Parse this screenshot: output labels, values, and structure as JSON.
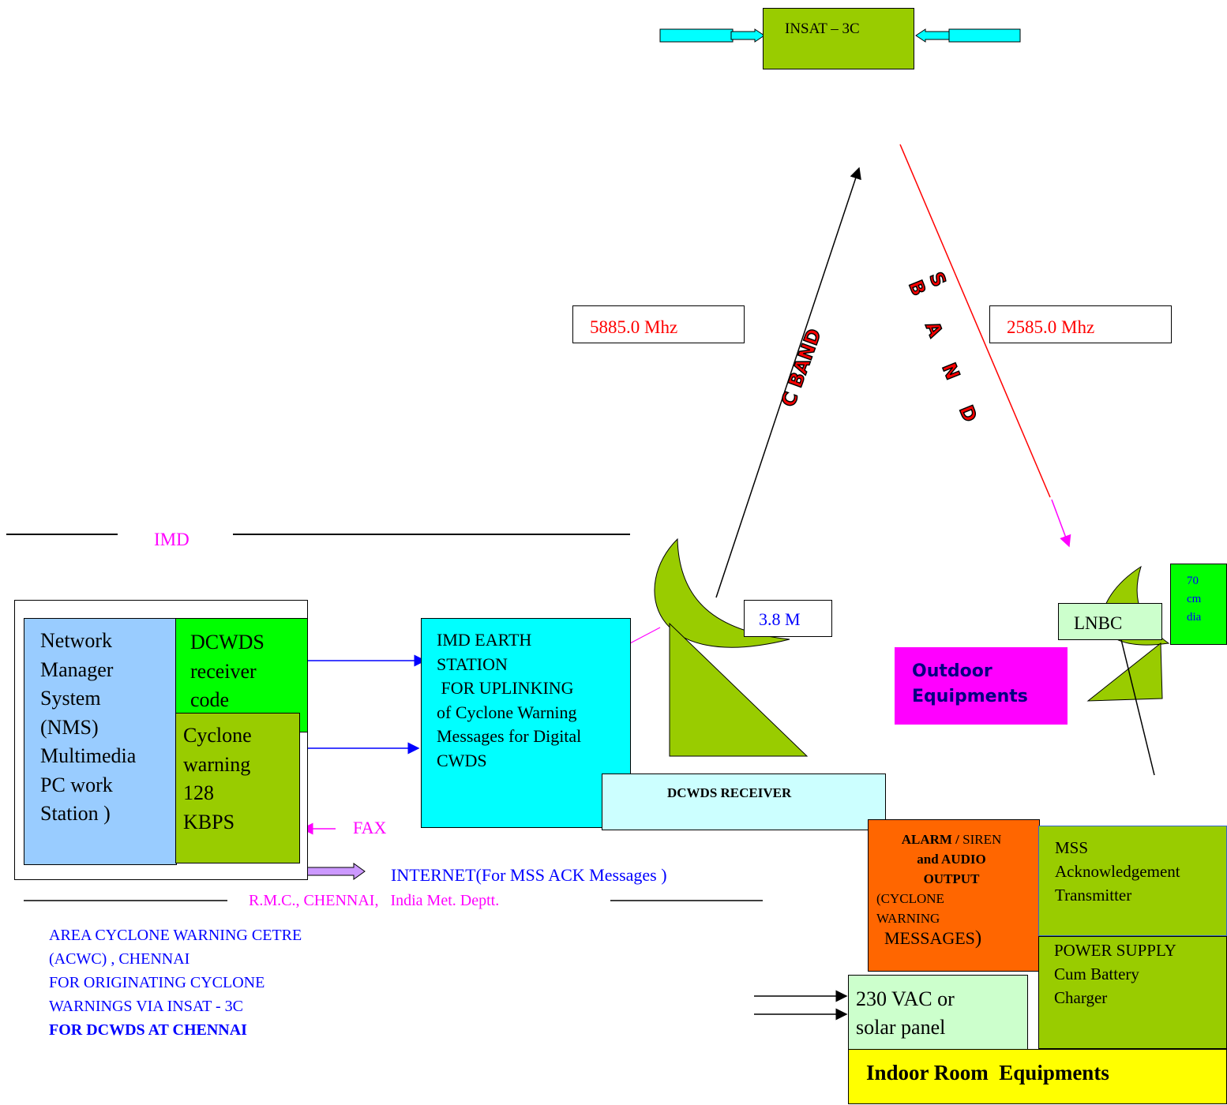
{
  "colors": {
    "satellite_fill": "#99cc00",
    "cyan": "#00ffff",
    "light_blue": "#99ccff",
    "bright_green": "#00ff00",
    "olive_green": "#99cc00",
    "pale_cyan": "#ccffff",
    "magenta": "#ff00ff",
    "orange": "#ff6600",
    "pale_green": "#ccffcc",
    "yellow": "#ffff00",
    "red": "#ff0000",
    "blue": "#0000ff"
  },
  "satellite": {
    "label": "INSAT – 3C"
  },
  "uplink": {
    "band_label": "C BAND",
    "frequency": "5885.0 Mhz"
  },
  "downlink": {
    "band_label": "S BAND",
    "frequency": "2585.0 Mhz"
  },
  "imd_section": {
    "title": "IMD"
  },
  "nms": {
    "label": "Network\nManager\nSystem\n(NMS)\nMultimedia\nPC work\nStation )"
  },
  "dcwds_receiver_code": {
    "label": "DCWDS\nreceiver\ncode"
  },
  "cyclone_warning": {
    "label": "Cyclone\nwarning\n128\nKBPS"
  },
  "fax": {
    "label": "FAX"
  },
  "internet": {
    "label": "INTERNET(For MSS ACK Messages )"
  },
  "rmc_line": {
    "label": "R.M.C., CHENNAI,   India Met. Deptt."
  },
  "acwc_caption": {
    "line1": "AREA CYCLONE WARNING CETRE",
    "line2": "(ACWC) , CHENNAI",
    "line3": "FOR ORIGINATING  CYCLONE",
    "line4": "WARNINGS VIA INSAT - 3C",
    "line5": "FOR DCWDS AT CHENNAI"
  },
  "earth_station": {
    "label": "IMD EARTH\nSTATION\n FOR UPLINKING\nof Cyclone Warning\nMessages for Digital\nCWDS"
  },
  "dish_size": {
    "label": "3.8 M"
  },
  "dcwds_receiver": {
    "label": "DCWDS RECEIVER"
  },
  "lnbc": {
    "label": "LNBC"
  },
  "small_dish": {
    "label": "70\ncm\ndia"
  },
  "outdoor": {
    "label": "Outdoor\nEquipments"
  },
  "alarm": {
    "part1": "ALARM /",
    "part2": " SIREN",
    "part3": "and AUDIO\nOUTPUT",
    "part4": "(CYCLONE\nWARNING",
    "part5": "MESSAGES",
    "part6": ")"
  },
  "mss": {
    "label": "MSS\nAcknowledgement\nTransmitter"
  },
  "power_supply": {
    "label": "POWER SUPPLY\nCum Battery\nCharger"
  },
  "power_input": {
    "label": "230 VAC  or\nsolar panel"
  },
  "indoor": {
    "label": "Indoor Room  Equipments"
  }
}
